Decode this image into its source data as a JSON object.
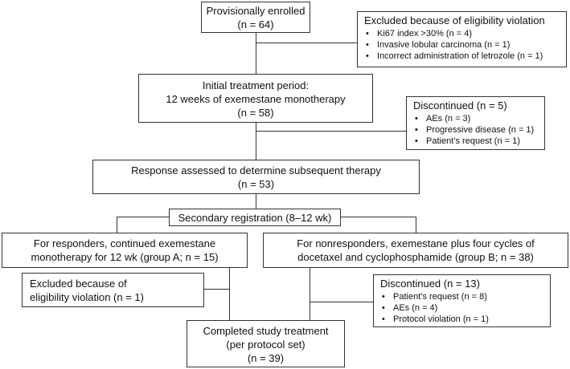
{
  "enrolled": {
    "line1": "Provisionally enrolled",
    "line2": "(n = 64)"
  },
  "excluded1": {
    "title": "Excluded because of eligibility violation",
    "items": [
      "Ki67 index >30% (n = 4)",
      "Invasive lobular carcinoma (n = 1)",
      "Incorrect administration of letrozole (n = 1)"
    ]
  },
  "initial": {
    "line1": "Initial treatment period:",
    "line2": "12 weeks of exemestane monotherapy",
    "line3": "(n = 58)"
  },
  "discontinued1": {
    "title": "Discontinued (n = 5)",
    "items": [
      "AEs (n = 3)",
      "Progressive disease (n = 1)",
      "Patient’s request (n = 1)"
    ]
  },
  "response": {
    "line1": "Response assessed to determine subsequent therapy",
    "line2": "(n = 53)"
  },
  "secondary": {
    "line1": "Secondary registration (8–12 wk)"
  },
  "groupA": {
    "line1": "For responders, continued exemestane",
    "line2": "monotherapy for 12 wk (group A; n = 15)"
  },
  "groupB": {
    "line1": "For nonresponders, exemestane plus four cycles of",
    "line2": "docetaxel and cyclophosphamide (group B; n = 38)"
  },
  "excluded2": {
    "line1": "Excluded because of",
    "line2": "eligibility violation (n = 1)"
  },
  "discontinued2": {
    "title": "Discontinued (n = 13)",
    "items": [
      "Patient’s request (n = 8)",
      "AEs (n = 4)",
      "Protocol violation (n = 1)"
    ]
  },
  "completed": {
    "line1": "Completed study treatment",
    "line2": "(per protocol set)",
    "line3": "(n = 39)"
  }
}
